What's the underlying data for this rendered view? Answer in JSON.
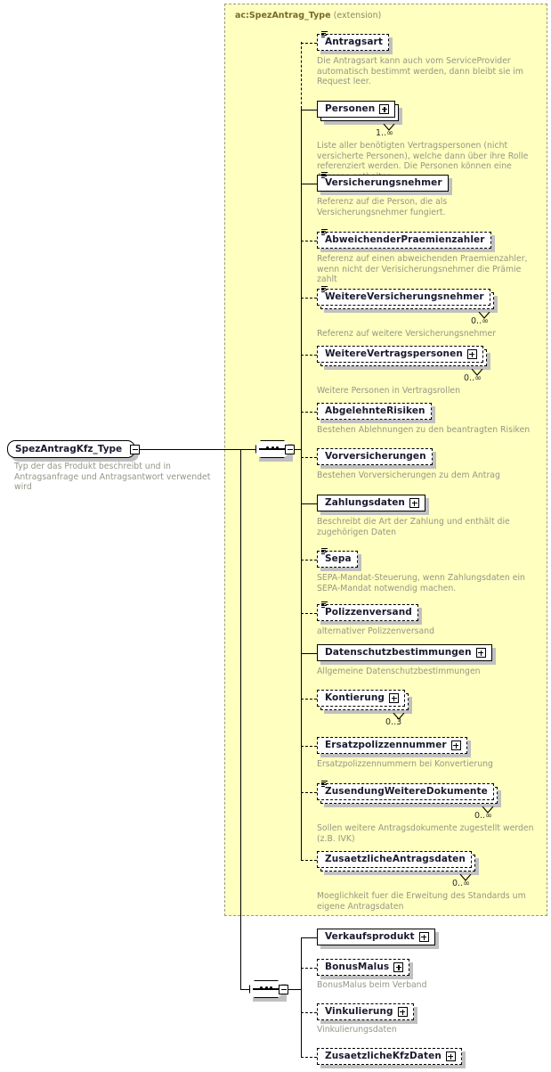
{
  "diagram": {
    "title": "SpezAntragKfz_Type",
    "kind": "xml-schema-element-tree",
    "root": {
      "name": "SpezAntragKfz_Type",
      "annotation": "Typ der das Produkt beschreibt und in Antragsanfrage und Antragsantwort verwendet wird",
      "collapse_glyph": "minus"
    },
    "extension_container": {
      "label": "ac:SpezAntrag_Type",
      "qualifier": "(extension)",
      "background": "#ffffbf",
      "border_color": "#9a9a8a"
    },
    "compositors": [
      {
        "name": "sequence-extension",
        "glyph": "sequence",
        "collapse_glyph": "minus"
      },
      {
        "name": "sequence-local",
        "glyph": "sequence",
        "collapse_glyph": "minus"
      }
    ],
    "groups": [
      {
        "group": "extension-sequence",
        "elements": [
          {
            "label": "Antragsart",
            "required": false,
            "repeated": false,
            "expandable": false,
            "has_attributes": true,
            "cardinality": "",
            "annotation": "Die Antragsart kann auch vom ServiceProvider automatisch bestimmt werden, dann bleibt sie im Request leer."
          },
          {
            "label": "Personen",
            "required": true,
            "repeated": true,
            "expandable": true,
            "has_attributes": false,
            "cardinality": "1..∞",
            "annotation": "Liste aller benötigten Vertragspersonen (nicht versicherte Personen), welche dann über ihre Rolle referenziert werden. Die Personen können eine Adresse enthalten."
          },
          {
            "label": "Versicherungsnehmer",
            "required": true,
            "repeated": false,
            "expandable": false,
            "has_attributes": true,
            "cardinality": "",
            "annotation": "Referenz auf die Person, die als Versicherungsnehmer fungiert."
          },
          {
            "label": "AbweichenderPraemienzahler",
            "required": false,
            "repeated": false,
            "expandable": false,
            "has_attributes": true,
            "cardinality": "",
            "annotation": "Referenz auf einen abweichenden Praemienzahler, wenn nicht der Verisicherungsnehmer die Prämie zahlt"
          },
          {
            "label": "WeitereVersicherungsnehmer",
            "required": false,
            "repeated": true,
            "expandable": false,
            "has_attributes": true,
            "cardinality": "0..∞",
            "annotation": "Referenz auf weitere Versicherungsnehmer"
          },
          {
            "label": "WeitereVertragspersonen",
            "required": false,
            "repeated": true,
            "expandable": true,
            "has_attributes": false,
            "cardinality": "0..∞",
            "annotation": "Weitere Personen in Vertragsrollen"
          },
          {
            "label": "AbgelehnteRisiken",
            "required": false,
            "repeated": false,
            "expandable": false,
            "has_attributes": false,
            "cardinality": "",
            "annotation": "Bestehen Ablehnungen zu den beantragten Risiken"
          },
          {
            "label": "Vorversicherungen",
            "required": false,
            "repeated": false,
            "expandable": false,
            "has_attributes": false,
            "cardinality": "",
            "annotation": "Bestehen Vorversicherungen zu dem Antrag"
          },
          {
            "label": "Zahlungsdaten",
            "required": true,
            "repeated": false,
            "expandable": true,
            "has_attributes": false,
            "cardinality": "",
            "annotation": "Beschreibt die Art der Zahlung und enthält die zugehörigen Daten"
          },
          {
            "label": "Sepa",
            "required": false,
            "repeated": false,
            "expandable": false,
            "has_attributes": true,
            "cardinality": "",
            "annotation": "SEPA-Mandat-Steuerung, wenn Zahlungsdaten ein SEPA-Mandat notwendig machen."
          },
          {
            "label": "Polizzenversand",
            "required": false,
            "repeated": false,
            "expandable": false,
            "has_attributes": true,
            "cardinality": "",
            "annotation": "alternativer Polizzenversand"
          },
          {
            "label": "Datenschutzbestimmungen",
            "required": true,
            "repeated": false,
            "expandable": true,
            "has_attributes": false,
            "cardinality": "",
            "annotation": "Allgemeine Datenschutzbestimmungen"
          },
          {
            "label": "Kontierung",
            "required": false,
            "repeated": true,
            "expandable": true,
            "has_attributes": false,
            "cardinality": "0..3",
            "annotation": ""
          },
          {
            "label": "Ersatzpolizzennummer",
            "required": false,
            "repeated": false,
            "expandable": true,
            "has_attributes": false,
            "cardinality": "",
            "annotation": "Ersatzpolizzennummern bei Konvertierung"
          },
          {
            "label": "ZusendungWeitereDokumente",
            "required": false,
            "repeated": true,
            "expandable": false,
            "has_attributes": true,
            "cardinality": "0..∞",
            "annotation": "Sollen weitere Antragsdokumente zugestellt werden (z.B. IVK)"
          },
          {
            "label": "ZusaetzlicheAntragsdaten",
            "required": false,
            "repeated": true,
            "expandable": false,
            "has_attributes": false,
            "cardinality": "0..∞",
            "annotation": "Moeglichkeit fuer die Erweitung des Standards um eigene Antragsdaten"
          }
        ]
      },
      {
        "group": "local-sequence",
        "elements": [
          {
            "label": "Verkaufsprodukt",
            "required": true,
            "repeated": false,
            "expandable": true,
            "has_attributes": false,
            "cardinality": "",
            "annotation": ""
          },
          {
            "label": "BonusMalus",
            "required": false,
            "repeated": false,
            "expandable": true,
            "has_attributes": false,
            "cardinality": "",
            "annotation": "BonusMalus beim Verband"
          },
          {
            "label": "Vinkulierung",
            "required": false,
            "repeated": false,
            "expandable": true,
            "has_attributes": false,
            "cardinality": "",
            "annotation": "Vinkulierungsdaten"
          },
          {
            "label": "ZusaetzlicheKfzDaten",
            "required": false,
            "repeated": false,
            "expandable": true,
            "has_attributes": false,
            "cardinality": "",
            "annotation": ""
          }
        ]
      }
    ],
    "colors": {
      "container_bg": "#ffffbf",
      "container_border": "#9a9a8a",
      "node_border": "#000000",
      "node_bg": "#ffffff",
      "annotation_text": "#969687",
      "label_text": "#1a1a2e",
      "container_label_text": "#7a6a28",
      "shadow": "#c0c0c0"
    }
  }
}
